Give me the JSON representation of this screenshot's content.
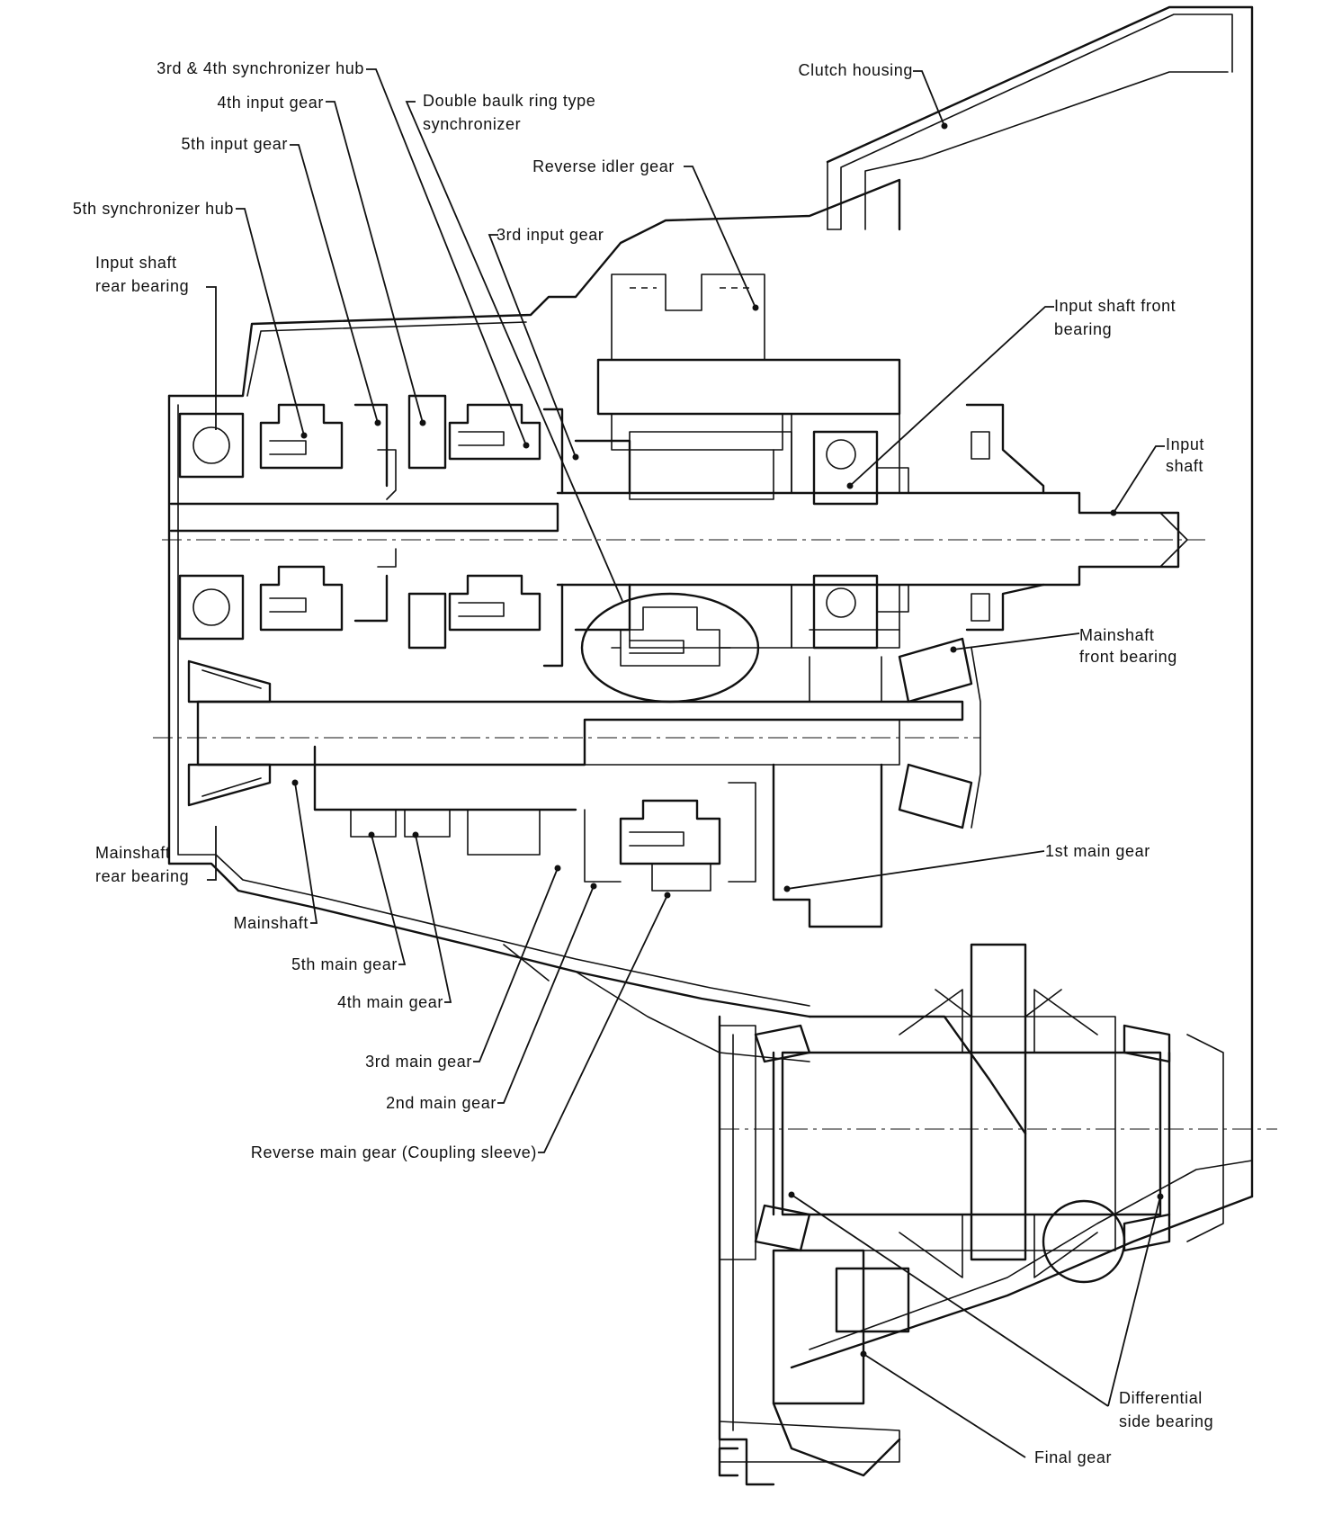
{
  "labels": {
    "hub34": "3rd & 4th synchronizer hub",
    "input4": "4th input gear",
    "input5": "5th input gear",
    "synchub5": "5th synchronizer hub",
    "isrb1": "Input shaft",
    "isrb2": "rear bearing",
    "baulk1": "Double baulk ring type",
    "baulk2": "synchronizer",
    "revidler": "Reverse idler gear",
    "input3": "3rd input gear",
    "clutch": "Clutch housing",
    "isfb1": "Input shaft front",
    "isfb2": "bearing",
    "ishaft1": "Input",
    "ishaft2": "shaft",
    "msfb1": "Mainshaft",
    "msfb2": "front bearing",
    "main1": "1st main gear",
    "msrb1": "Mainshaft",
    "msrb2": "rear bearing",
    "mainshaft": "Mainshaft",
    "main5": "5th main gear",
    "main4": "4th main gear",
    "main3": "3rd main gear",
    "main2": "2nd main gear",
    "revmain": "Reverse main gear (Coupling sleeve)",
    "diff1": "Differential",
    "diff2": "side bearing",
    "final": "Final gear"
  }
}
